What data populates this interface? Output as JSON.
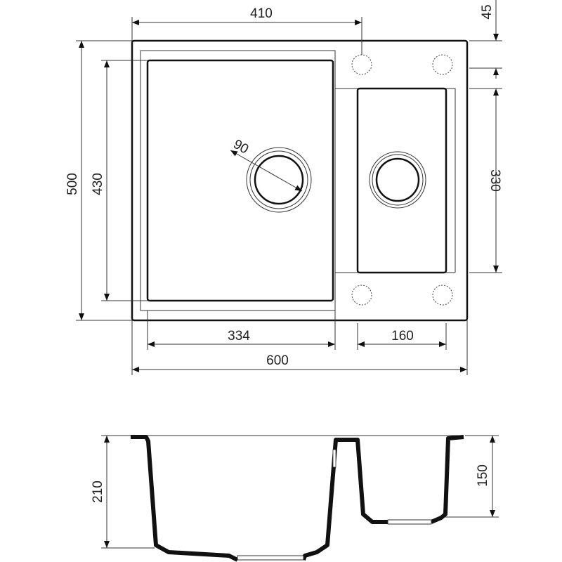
{
  "top_view": {
    "dimensions": {
      "offset_410": "410",
      "rim_45": "45",
      "total_depth_500": "500",
      "bowl_depth_430": "430",
      "small_bowl_depth_330": "330",
      "bowl_width_334": "334",
      "small_bowl_width_160": "160",
      "total_width_600": "600",
      "drain_90": "90"
    }
  },
  "section_view": {
    "dimensions": {
      "bowl_height_210": "210",
      "small_bowl_height_150": "150"
    }
  },
  "colors": {
    "line": "#111111",
    "background": "#ffffff"
  }
}
